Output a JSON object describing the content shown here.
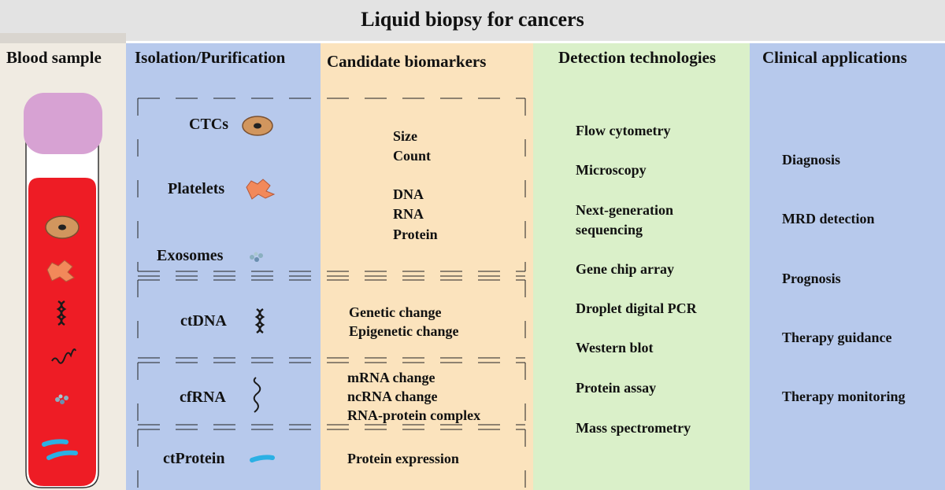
{
  "title": "Liquid biopsy for cancers",
  "columns": {
    "blood_sample": "Blood sample",
    "isolation": "Isolation/Purification",
    "biomarkers": "Candidate biomarkers",
    "detection": "Detection technologies",
    "clinical": "Clinical applications"
  },
  "isolation_items": {
    "ctcs": "CTCs",
    "platelets": "Platelets",
    "exosomes": "Exosomes",
    "ctdna": "ctDNA",
    "cfrna": "cfRNA",
    "ctprotein": "ctProtein"
  },
  "biomarkers": {
    "size": "Size",
    "count": "Count",
    "dna": "DNA",
    "rna": "RNA",
    "protein": "Protein",
    "genetic": "Genetic change",
    "epigenetic": "Epigenetic change",
    "mrna": "mRNA change",
    "ncrna": "ncRNA change",
    "rna_protein": "RNA-protein complex",
    "protein_expression": "Protein expression"
  },
  "detection": [
    "Flow cytometry",
    "Microscopy",
    "Next-generation",
    "sequencing",
    "Gene chip array",
    "Droplet digital PCR",
    "Western blot",
    "Protein assay",
    "Mass spectrometry"
  ],
  "clinical": [
    "Diagnosis",
    "MRD detection",
    "Prognosis",
    "Therapy guidance",
    "Therapy monitoring"
  ],
  "colors": {
    "blood": "#ee1c25",
    "cap": "#d7a2d3",
    "col_blue": "#b7c9ec",
    "col_orange": "#fbe3bd",
    "col_green": "#daf0c9",
    "cell": "#d1965e",
    "platelet": "#f2895a",
    "protein": "#2bb0e4"
  }
}
